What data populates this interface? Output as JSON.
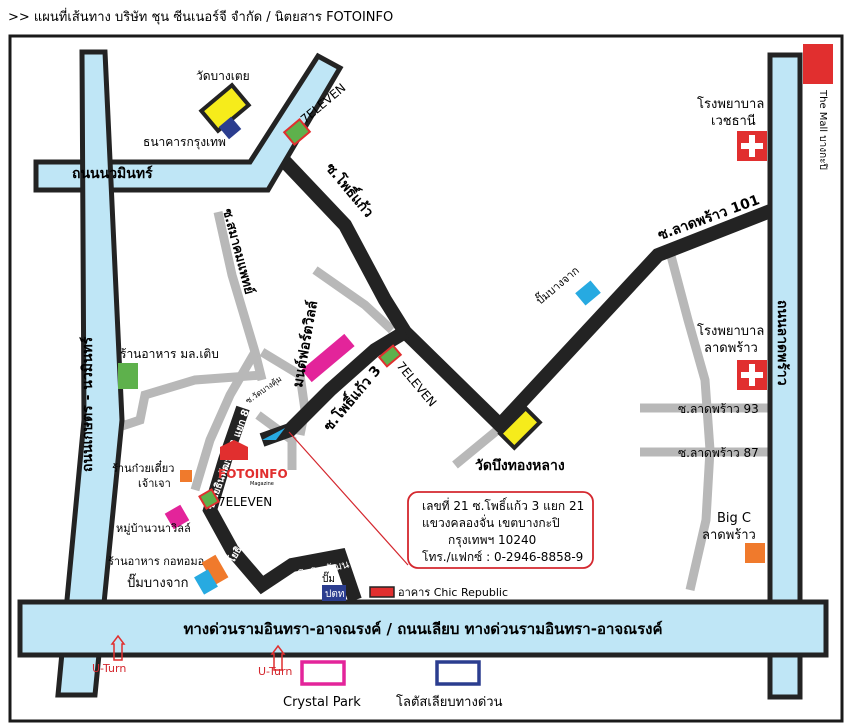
{
  "title": ">> แผนที่เส้นทาง บริษัท ชุน ซีนเนอร์จี จำกัด / นิตยสาร FOTOINFO",
  "roads": {
    "nawamin": "ถนนนวมินทร์",
    "kaset_nawamin": "ถนนเกษตร - นวมินทร์",
    "lat_phrao": "ถนนลาดพร้าว",
    "expressway": "ทางด่วนรามอินทรา-อาจณรงค์ / ถนนเลียบ ทางด่วนรามอินทรา-อาจณรงค์",
    "soi_pho_kaeo": "ซ.โพธิ์แก้ว",
    "soi_pho_kaeo_3": "ซ.โพธิ์แก้ว 3",
    "soi_lat_phrao_101": "ซ.ลาดพร้าว 101",
    "soi_lat_phrao_93": "ซ.ลาดพร้าว 93",
    "soi_lat_phrao_87": "ซ.ลาดพร้าว 87",
    "soi_samakkhi": "ซ.สมาคมแพทย์",
    "soi_yothin_8": "ซ.โยธินพัฒนา 3 แยก 8",
    "soi_yothin_3": "ซ.โยธินพัฒนา 3",
    "th_yothin": "ถ.โยธินพัฒนา",
    "soi_wat": "ซ.วัดบางคุ้ม"
  },
  "places": {
    "wat_bang_toei": "วัดบางเตย",
    "bangkok_bank": "ธนาคารกรุงเทพ",
    "seven_1": "7ELEVEN",
    "seven_2": "7ELEVEN",
    "seven_3": "7ELEVEN",
    "the_mall": "The Mall บางกะปิ",
    "vejthani_1": "โรงพยาบาล",
    "vejthani_2": "เวชธานี",
    "ladprao_hosp_1": "โรงพยาบาล",
    "ladprao_hosp_2": "ลาดพร้าว",
    "pump_bangchak_1": "ปั๊มบางจาก",
    "monfort": "มนต์ฟอร์ตวิลล์",
    "wat_bueng": "วัดบึงทองหลาง",
    "restaurant_1": "ร้านอาหาร มล.เติบ",
    "noodle_1": "ร้านก๋วยเตี๋ยว",
    "noodle_2": "เจ้าเจา",
    "village": "หมู่บ้านวนาวิลล์",
    "restaurant_2": "ร้านอาหาร กอทอมอ",
    "pump_bangchak_2": "ปั๊มบางจาก",
    "pump_ptt": "ปั๊ม",
    "ptt": "ปตท",
    "chic_republic": "อาคาร Chic Republic",
    "big_c_1": "Big C",
    "big_c_2": "ลาดพร้าว",
    "uturn_1": "U-Turn",
    "uturn_2": "U-Turn",
    "crystal_park": "Crystal Park",
    "lotus": "โลตัสเลียบทางด่วน",
    "logo_main": "FOTOINFO",
    "logo_sub": "Magazine"
  },
  "address": {
    "line1": "เลขที่ 21 ซ.โพธิ์แก้ว 3 แยก 21",
    "line2": "แขวงคลองจั่น เขตบางกะปิ",
    "line3": "กรุงเทพฯ 10240",
    "line4": "โทร./แฟกซ์ : 0-2946-8858-9"
  },
  "colors": {
    "main_road": "#bfe6f6",
    "road_outline": "#232323",
    "soi": "#b8b8b8",
    "yellow": "#f6ec1b",
    "green": "#5eb14c",
    "red": "#e12f2f",
    "magenta": "#e3249a",
    "blue_pump": "#27aae1",
    "orange": "#f07a2c",
    "navy": "#2b3d8f",
    "callout": "#d4272e"
  }
}
